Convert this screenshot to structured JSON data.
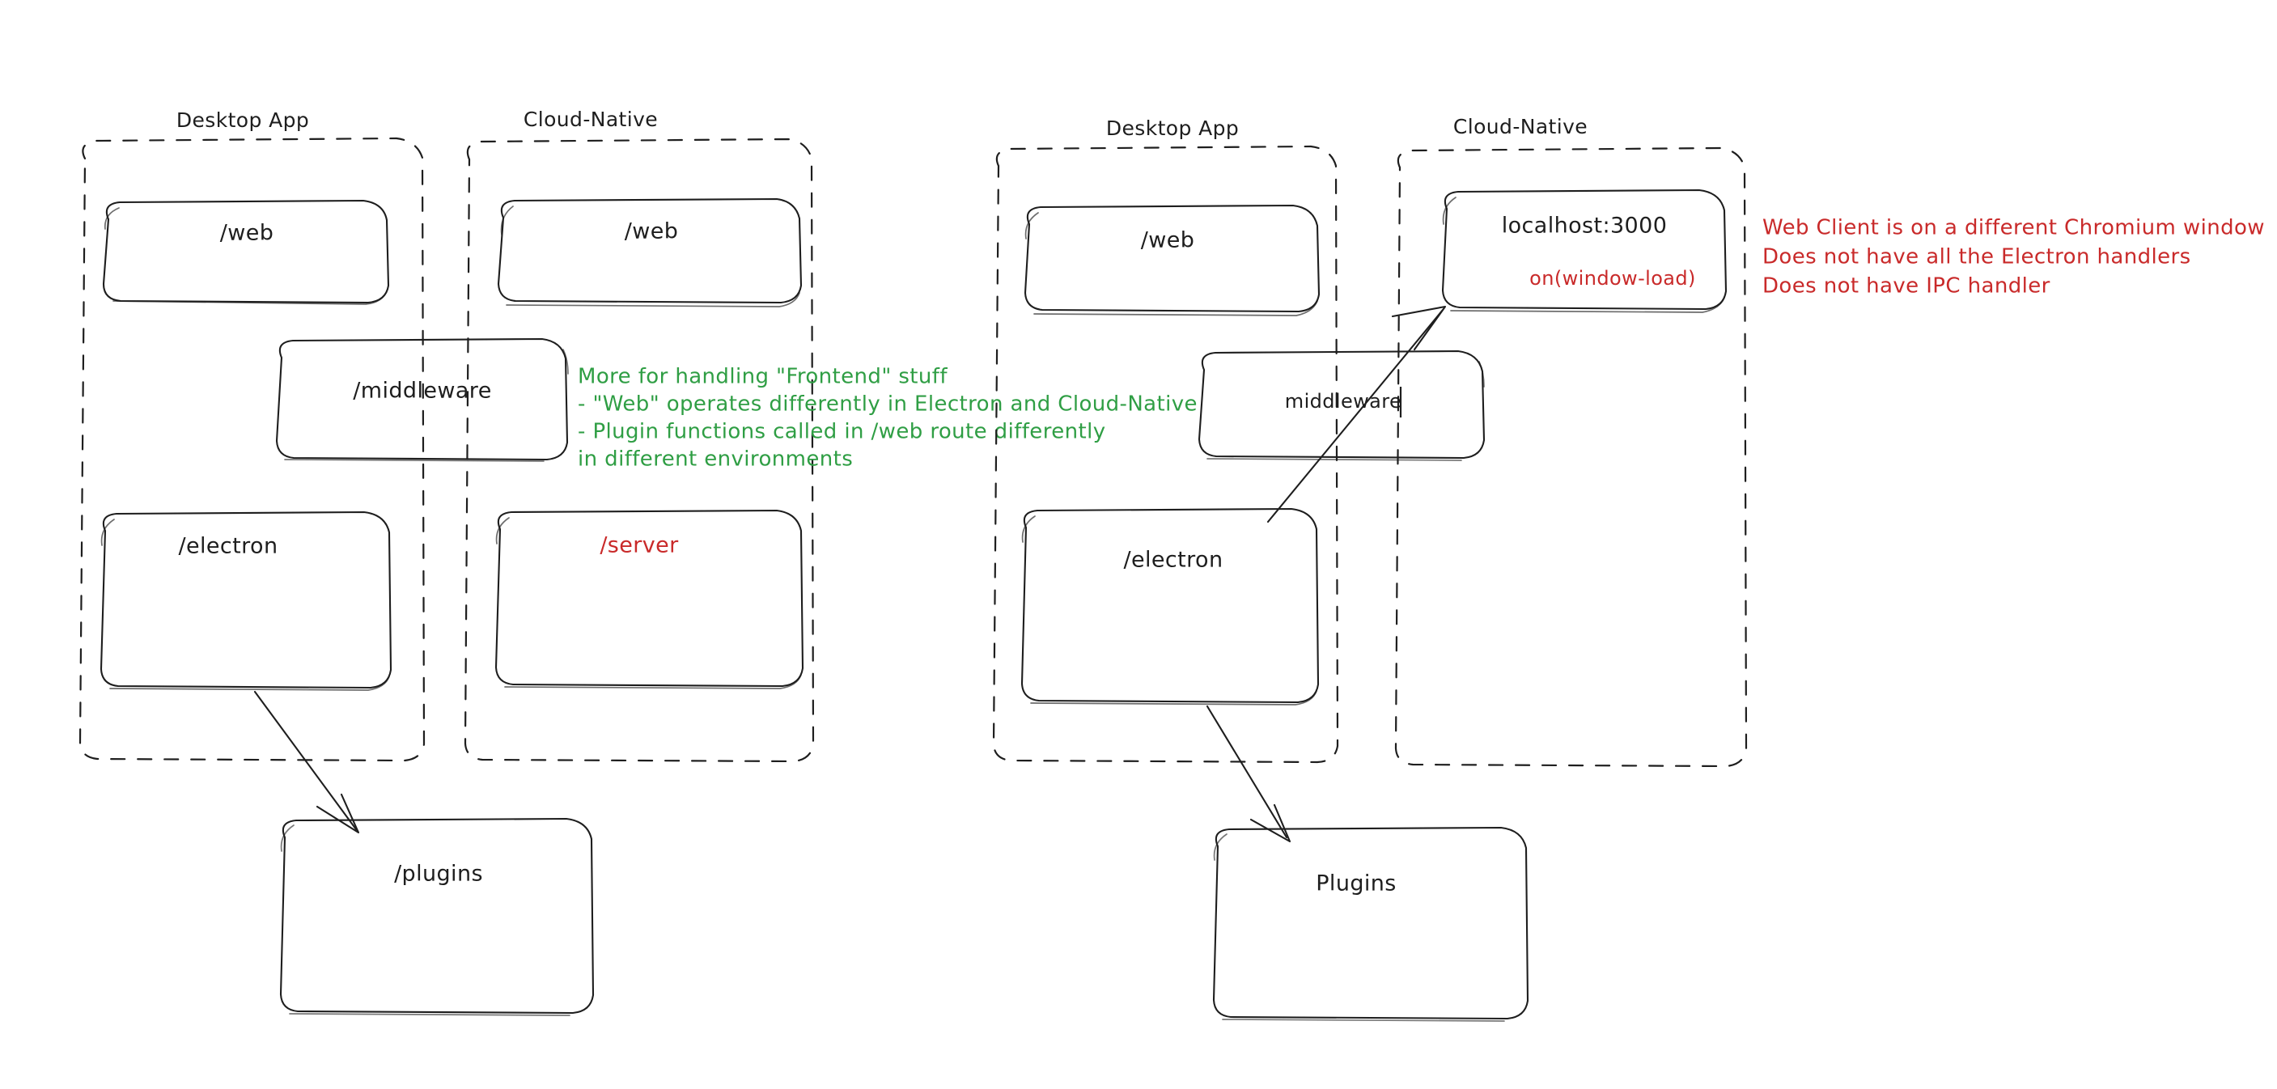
{
  "diagram": {
    "title_text": "",
    "colors": {
      "ink": "#1e1e1e",
      "green": "#2f9e44",
      "red": "#c92a2a",
      "background": "#ffffff"
    },
    "panels": [
      {
        "id": "left-panel",
        "groups": [
          {
            "id": "left-desktop-app",
            "label": "Desktop App"
          },
          {
            "id": "left-cloud-native",
            "label": "Cloud-Native"
          }
        ],
        "nodes": [
          {
            "id": "left-desktop-web",
            "label": "/web",
            "color": "ink"
          },
          {
            "id": "left-cloud-web",
            "label": "/web",
            "color": "ink"
          },
          {
            "id": "left-middleware",
            "label": "/middleware",
            "color": "ink"
          },
          {
            "id": "left-electron",
            "label": "/electron",
            "color": "ink"
          },
          {
            "id": "left-server",
            "label": "/server",
            "color": "red"
          },
          {
            "id": "left-plugins",
            "label": "/plugins",
            "color": "ink"
          }
        ]
      },
      {
        "id": "right-panel",
        "groups": [
          {
            "id": "right-desktop-app",
            "label": "Desktop App"
          },
          {
            "id": "right-cloud-native",
            "label": "Cloud-Native"
          }
        ],
        "nodes": [
          {
            "id": "right-desktop-web",
            "label": "/web",
            "color": "ink"
          },
          {
            "id": "right-localhost",
            "label": "localhost:3000",
            "sublabel": "on(window-load)",
            "color": "ink",
            "sublabel_color": "red"
          },
          {
            "id": "right-middleware",
            "label": "middleware",
            "color": "ink"
          },
          {
            "id": "right-electron",
            "label": "/electron",
            "color": "ink"
          },
          {
            "id": "right-plugins",
            "label": "Plugins",
            "color": "ink"
          }
        ]
      }
    ],
    "annotations": {
      "green_note": {
        "color": "#2f9e44",
        "lines": [
          "More for handling \"Frontend\" stuff",
          "- \"Web\" operates differently in Electron and Cloud-Native",
          "- Plugin functions called in /web route differently",
          "in different environments"
        ]
      },
      "red_note": {
        "color": "#c92a2a",
        "lines": [
          "Web Client is on a different Chromium window",
          "Does not have all the Electron handlers",
          "Does not have IPC handler"
        ]
      }
    },
    "arrows": [
      {
        "id": "arrow-left-electron-to-plugins",
        "from": "left-electron",
        "to": "left-plugins"
      },
      {
        "id": "arrow-right-electron-to-plugins",
        "from": "right-electron",
        "to": "right-plugins"
      },
      {
        "id": "arrow-right-electron-to-localhost",
        "from": "right-electron",
        "to": "right-localhost"
      }
    ]
  }
}
